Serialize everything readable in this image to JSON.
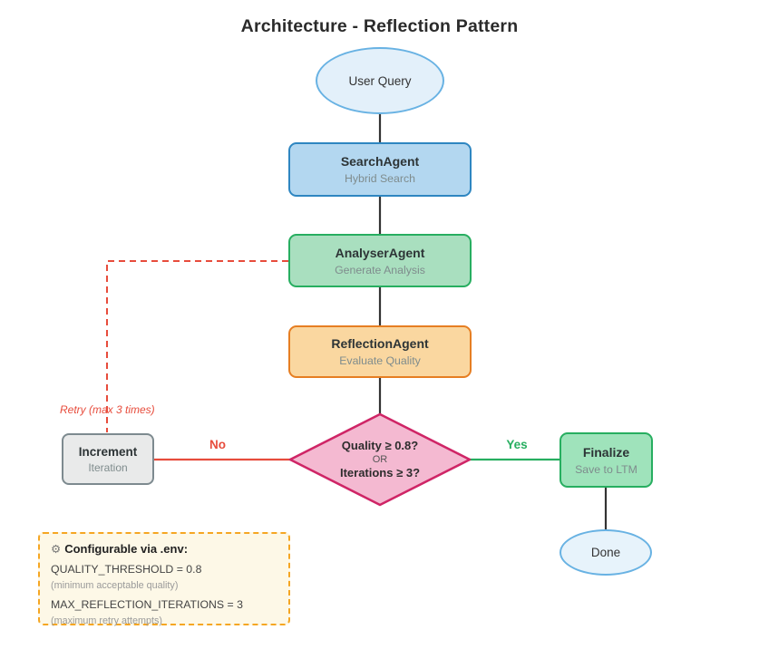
{
  "title": "Architecture - Reflection Pattern",
  "nodes": {
    "user_query": {
      "label": "User Query"
    },
    "search_agent": {
      "title": "SearchAgent",
      "subtitle": "Hybrid Search"
    },
    "analyser_agent": {
      "title": "AnalyserAgent",
      "subtitle": "Generate Analysis"
    },
    "reflection_agent": {
      "title": "ReflectionAgent",
      "subtitle": "Evaluate Quality"
    },
    "decision": {
      "line1": "Quality ≥ 0.8?",
      "line2": "OR",
      "line3": "Iterations ≥ 3?"
    },
    "increment": {
      "title": "Increment",
      "subtitle": "Iteration"
    },
    "finalize": {
      "title": "Finalize",
      "subtitle": "Save to LTM"
    },
    "done": {
      "label": "Done"
    }
  },
  "edges": {
    "no_label": "No",
    "yes_label": "Yes",
    "retry_label": "Retry (max 3 times)"
  },
  "note": {
    "icon": "gear-icon",
    "icon_glyph": "⚙",
    "heading": "Configurable via .env:",
    "items": [
      {
        "text": "QUALITY_THRESHOLD = 0.8",
        "hint": "(minimum acceptable quality)"
      },
      {
        "text": "MAX_REFLECTION_ITERATIONS = 3",
        "hint": "(maximum retry attempts)"
      }
    ]
  },
  "colors": {
    "blue_node_fill": "#b3d7f0",
    "blue_node_border": "#2e86c1",
    "green_node_fill": "#a9dfbf",
    "green_node_border": "#27ae60",
    "orange_node_fill": "#fad7a0",
    "orange_node_border": "#e67e22",
    "diamond_fill": "#f4b9d1",
    "diamond_border": "#cf2566",
    "gray_node_fill": "#e9eaea",
    "gray_node_border": "#7d8a8f",
    "ellipse_fill": "#e3f0fa",
    "ellipse_border": "#68b2e3",
    "note_fill": "#fdf8e7",
    "note_border": "#f5a623",
    "no_red": "#e74c3c",
    "yes_green": "#27ae60",
    "connector_dark": "#333333"
  }
}
